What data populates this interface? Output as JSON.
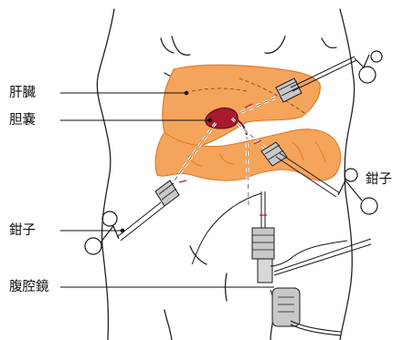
{
  "labels": {
    "liver": "肝臓",
    "gallbladder": "胆嚢",
    "forceps_right": "鉗子",
    "forceps_left": "鉗子",
    "laparoscope": "腹腔鏡"
  },
  "colors": {
    "organ_fill": "#f5a45b",
    "organ_stroke": "#e07a2a",
    "gallbladder_fill": "#a7192c",
    "skin_stroke": "#222222",
    "instrument_fill": "#c8c8c8",
    "instrument_stroke": "#1a1a1a"
  }
}
